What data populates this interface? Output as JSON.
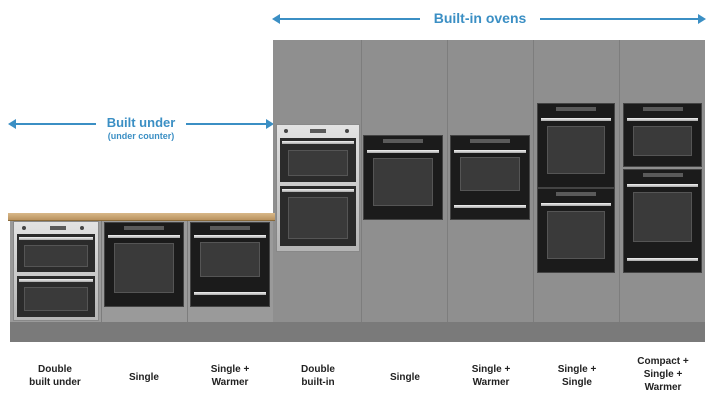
{
  "headings": {
    "built_in": "Built-in ovens",
    "built_under": "Built under",
    "built_under_sub": "(under counter)"
  },
  "columns": [
    {
      "label_lines": [
        "Double",
        "built under"
      ]
    },
    {
      "label_lines": [
        "Single"
      ]
    },
    {
      "label_lines": [
        "Single +",
        "Warmer"
      ]
    },
    {
      "label_lines": [
        "Double",
        "built-in"
      ]
    },
    {
      "label_lines": [
        "Single"
      ]
    },
    {
      "label_lines": [
        "Single +",
        "Warmer"
      ]
    },
    {
      "label_lines": [
        "Single +",
        "Single"
      ]
    },
    {
      "label_lines": [
        "Compact +",
        "Single +",
        "Warmer"
      ]
    }
  ],
  "colors": {
    "accent": "#3b8fc4",
    "wall": "#8f8f8f",
    "counter": "#c9a574"
  }
}
